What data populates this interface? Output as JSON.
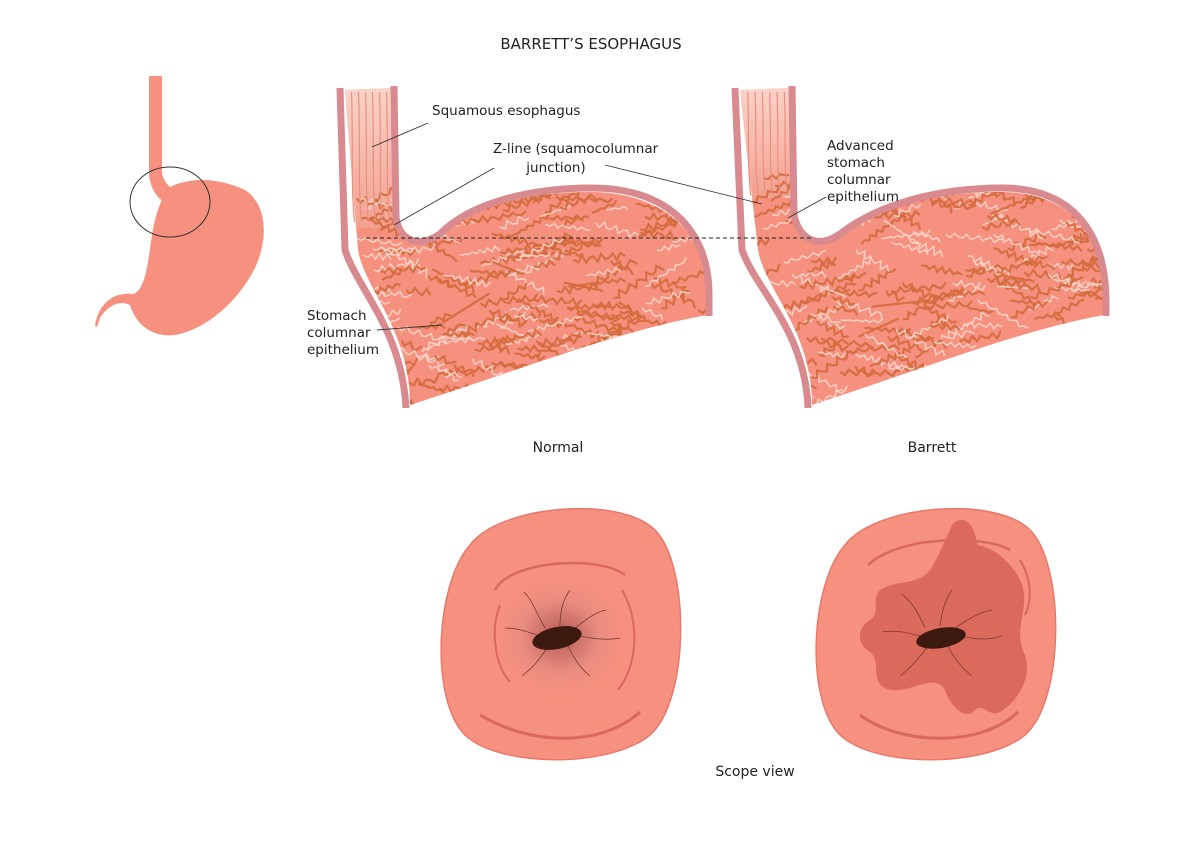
{
  "title": "BARRETT’S ESOPHAGUS",
  "labels": {
    "squamous": "Squamous esophagus",
    "zline_1": "Z-line (squamocolumnar",
    "zline_2": "junction)",
    "stomach_1": "Stomach",
    "stomach_2": "columnar",
    "stomach_3": "epithelium",
    "advanced_1": "Advanced",
    "advanced_2": "stomach",
    "advanced_3": "columnar",
    "advanced_4": "epithelium"
  },
  "captions": {
    "normal": "Normal",
    "barrett": "Barrett",
    "scope": "Scope view"
  },
  "colors": {
    "tissue": "#f6907f",
    "tissue_light": "#f8b3a5",
    "wall": "#d98a8e",
    "fold": "#d46b3d",
    "fold_highlight": "#f9d4c6",
    "barrett_patch": "#dc6a5c",
    "lumen": "#3d1a10"
  }
}
